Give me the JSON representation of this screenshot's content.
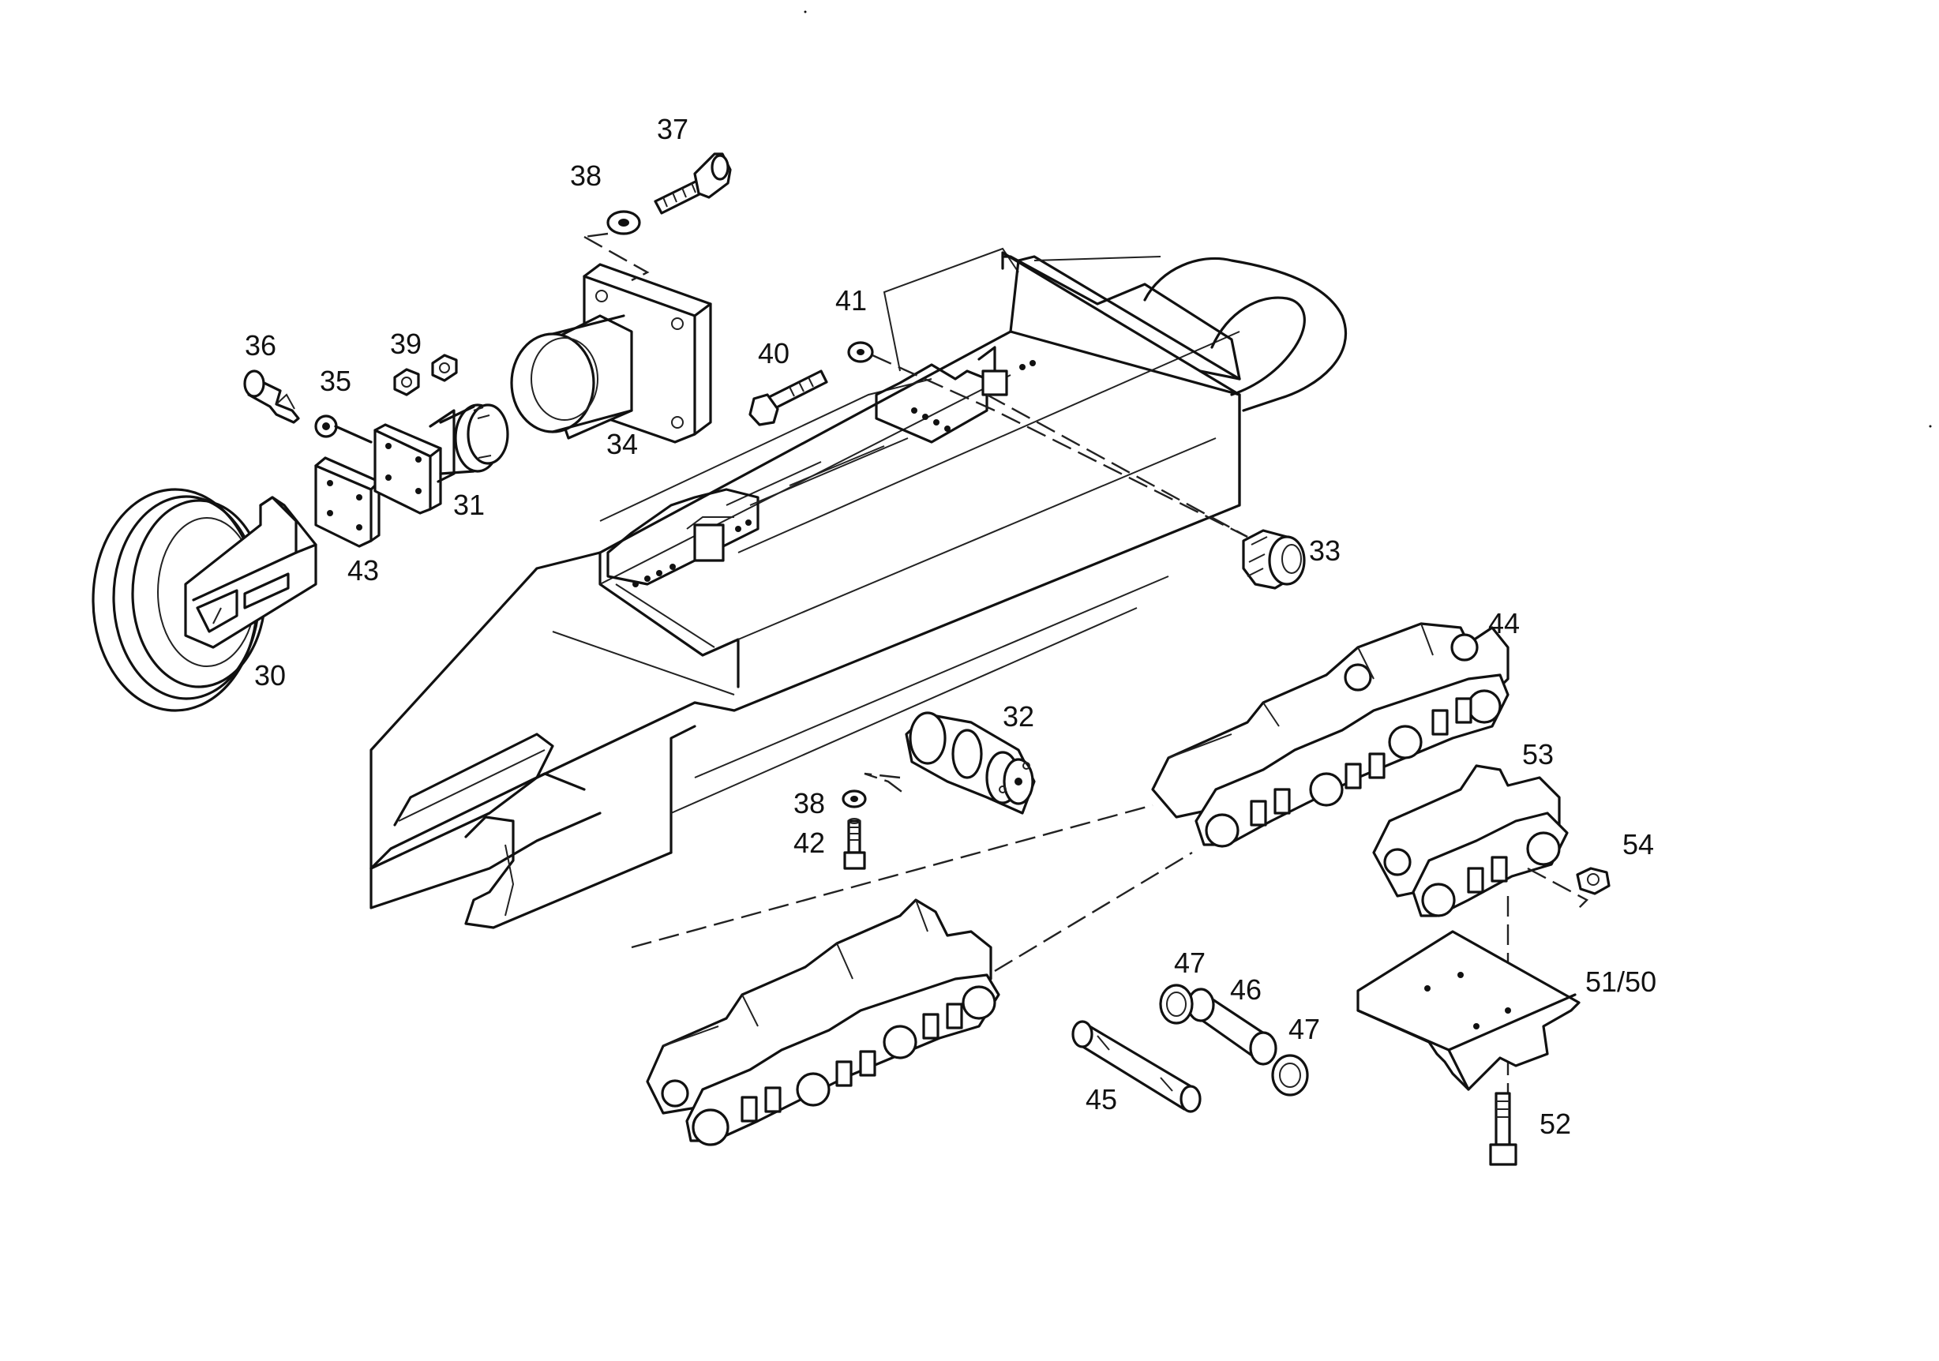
{
  "callouts": {
    "p30": "30",
    "p31": "31",
    "p32": "32",
    "p33": "33",
    "p34": "34",
    "p35": "35",
    "p36": "36",
    "p37": "37",
    "p38a": "38",
    "p38b": "38",
    "p39": "39",
    "p40": "40",
    "p41": "41",
    "p42": "42",
    "p43": "43",
    "p44": "44",
    "p45": "45",
    "p46": "46",
    "p47a": "47",
    "p47b": "47",
    "p50": "51/50",
    "p52": "52",
    "p53": "53",
    "p54": "54"
  }
}
